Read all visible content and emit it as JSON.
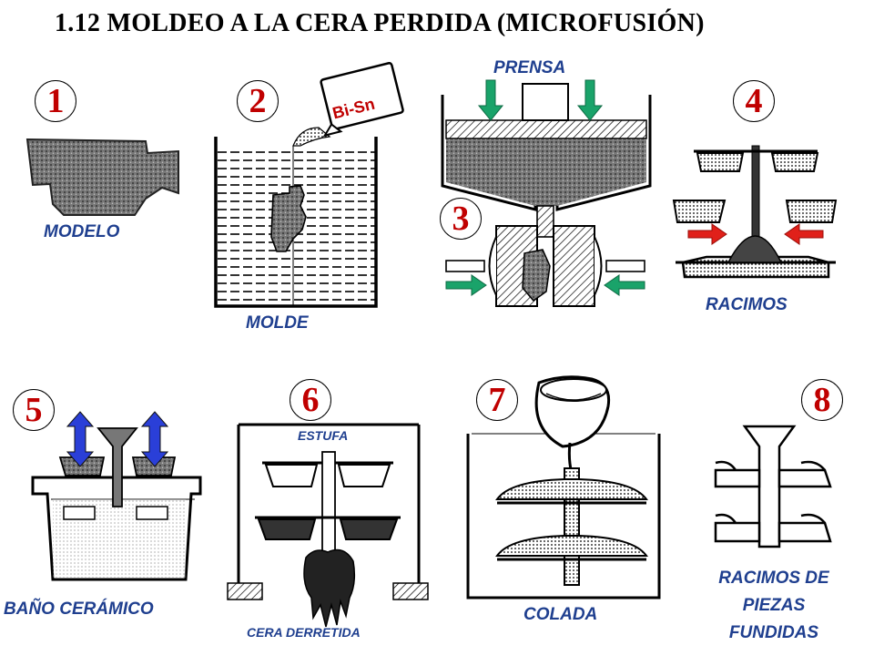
{
  "title": "1.12   MOLDEO A LA CERA PERDIDA (MICROFUSIÓN)",
  "steps": [
    {
      "number": "1",
      "label": "MODELO"
    },
    {
      "number": "2",
      "label": "MOLDE"
    },
    {
      "number": "3",
      "label": "PRENSA"
    },
    {
      "number": "4",
      "label": "RACIMOS"
    },
    {
      "number": "5",
      "label": "BAÑO CERÁMICO"
    },
    {
      "number": "6",
      "label_top": "ESTUFA",
      "label_bottom": "CERA DERRETIDA"
    },
    {
      "number": "7",
      "label": "COLADA"
    },
    {
      "number": "8",
      "label_lines": [
        "RACIMOS DE",
        "PIEZAS",
        "FUNDIDAS"
      ]
    }
  ],
  "alloy_label": "Bi-Sn",
  "colors": {
    "number": "#c00000",
    "label": "#1f3f8f",
    "arrow_green": "#1aa36a",
    "arrow_red": "#e0201a",
    "arrow_blue": "#2a3fd8"
  }
}
